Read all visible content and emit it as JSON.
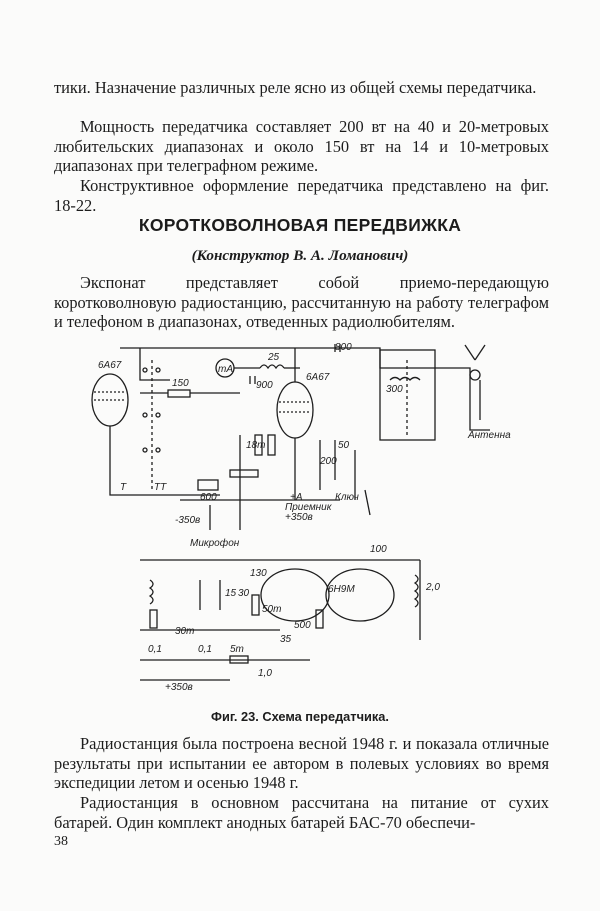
{
  "paragraphs": {
    "p1": "тики. Назначение различных реле ясно из общей схемы передатчика.",
    "p2": "Мощность передатчика составляет 200 вт на 40 и 20-метровых любительских диапазонах и около 150 вт на 14 и 10-метровых диапазонах при телеграфном режиме.",
    "p3": "Конструктивное оформление передатчика представлено на фиг. 18-22.",
    "p4": "Экспонат представляет собой приемо-передающую коротковолновую радиостанцию, рассчитанную на работу телеграфом и телефоном в диапазонах, отведенных радиолюбителям.",
    "p5": "Радиостанция была построена весной 1948 г. и показала отличные результаты при испытании ее автором в полевых условиях во время экспедиции летом и осенью 1948 г.",
    "p6": "Радиостанция в основном рассчитана на питание от сухих батарей. Один комплект анодных батарей БАС-70 обеспечи-"
  },
  "heading": "КОРОТКОВОЛНОВАЯ ПЕРЕДВИЖКА",
  "byline": "(Конструктор В. А. Ломанович)",
  "caption": "Фиг. 23. Схема передатчика.",
  "page_number": "38",
  "schematic_labels": {
    "tube_left": "6А67",
    "tube_mid": "6А67",
    "tube_bottom": "6Н9М",
    "cap_800": "800",
    "cap_900": "900",
    "res_150": "150",
    "coil_25": "25",
    "res_18m": "18m",
    "cap_50": "50",
    "cap_200": "200",
    "cap_300": "300",
    "res_600": "600",
    "minus_350": "-350в",
    "plus_350_top": "+350в",
    "plus_a": "+А",
    "receiver": "Приемник",
    "key": "Ключ",
    "microphone": "Микрофон",
    "antenna": "Антенна",
    "ma": "mA",
    "cap_100": "100",
    "coil_2": "2,0",
    "cap_130": "130",
    "cap_15": "15",
    "cap_30": "30",
    "res_50m": "50m",
    "res_30m": "30m",
    "cap_01a": "0,1",
    "cap_01b": "0,1",
    "cap_500": "500",
    "cap_35": "35",
    "res_5m": "5m",
    "cap_10": "1,0",
    "plus_350_bottom": "+350в",
    "ttt": "Т",
    "tt": "ТТ"
  }
}
